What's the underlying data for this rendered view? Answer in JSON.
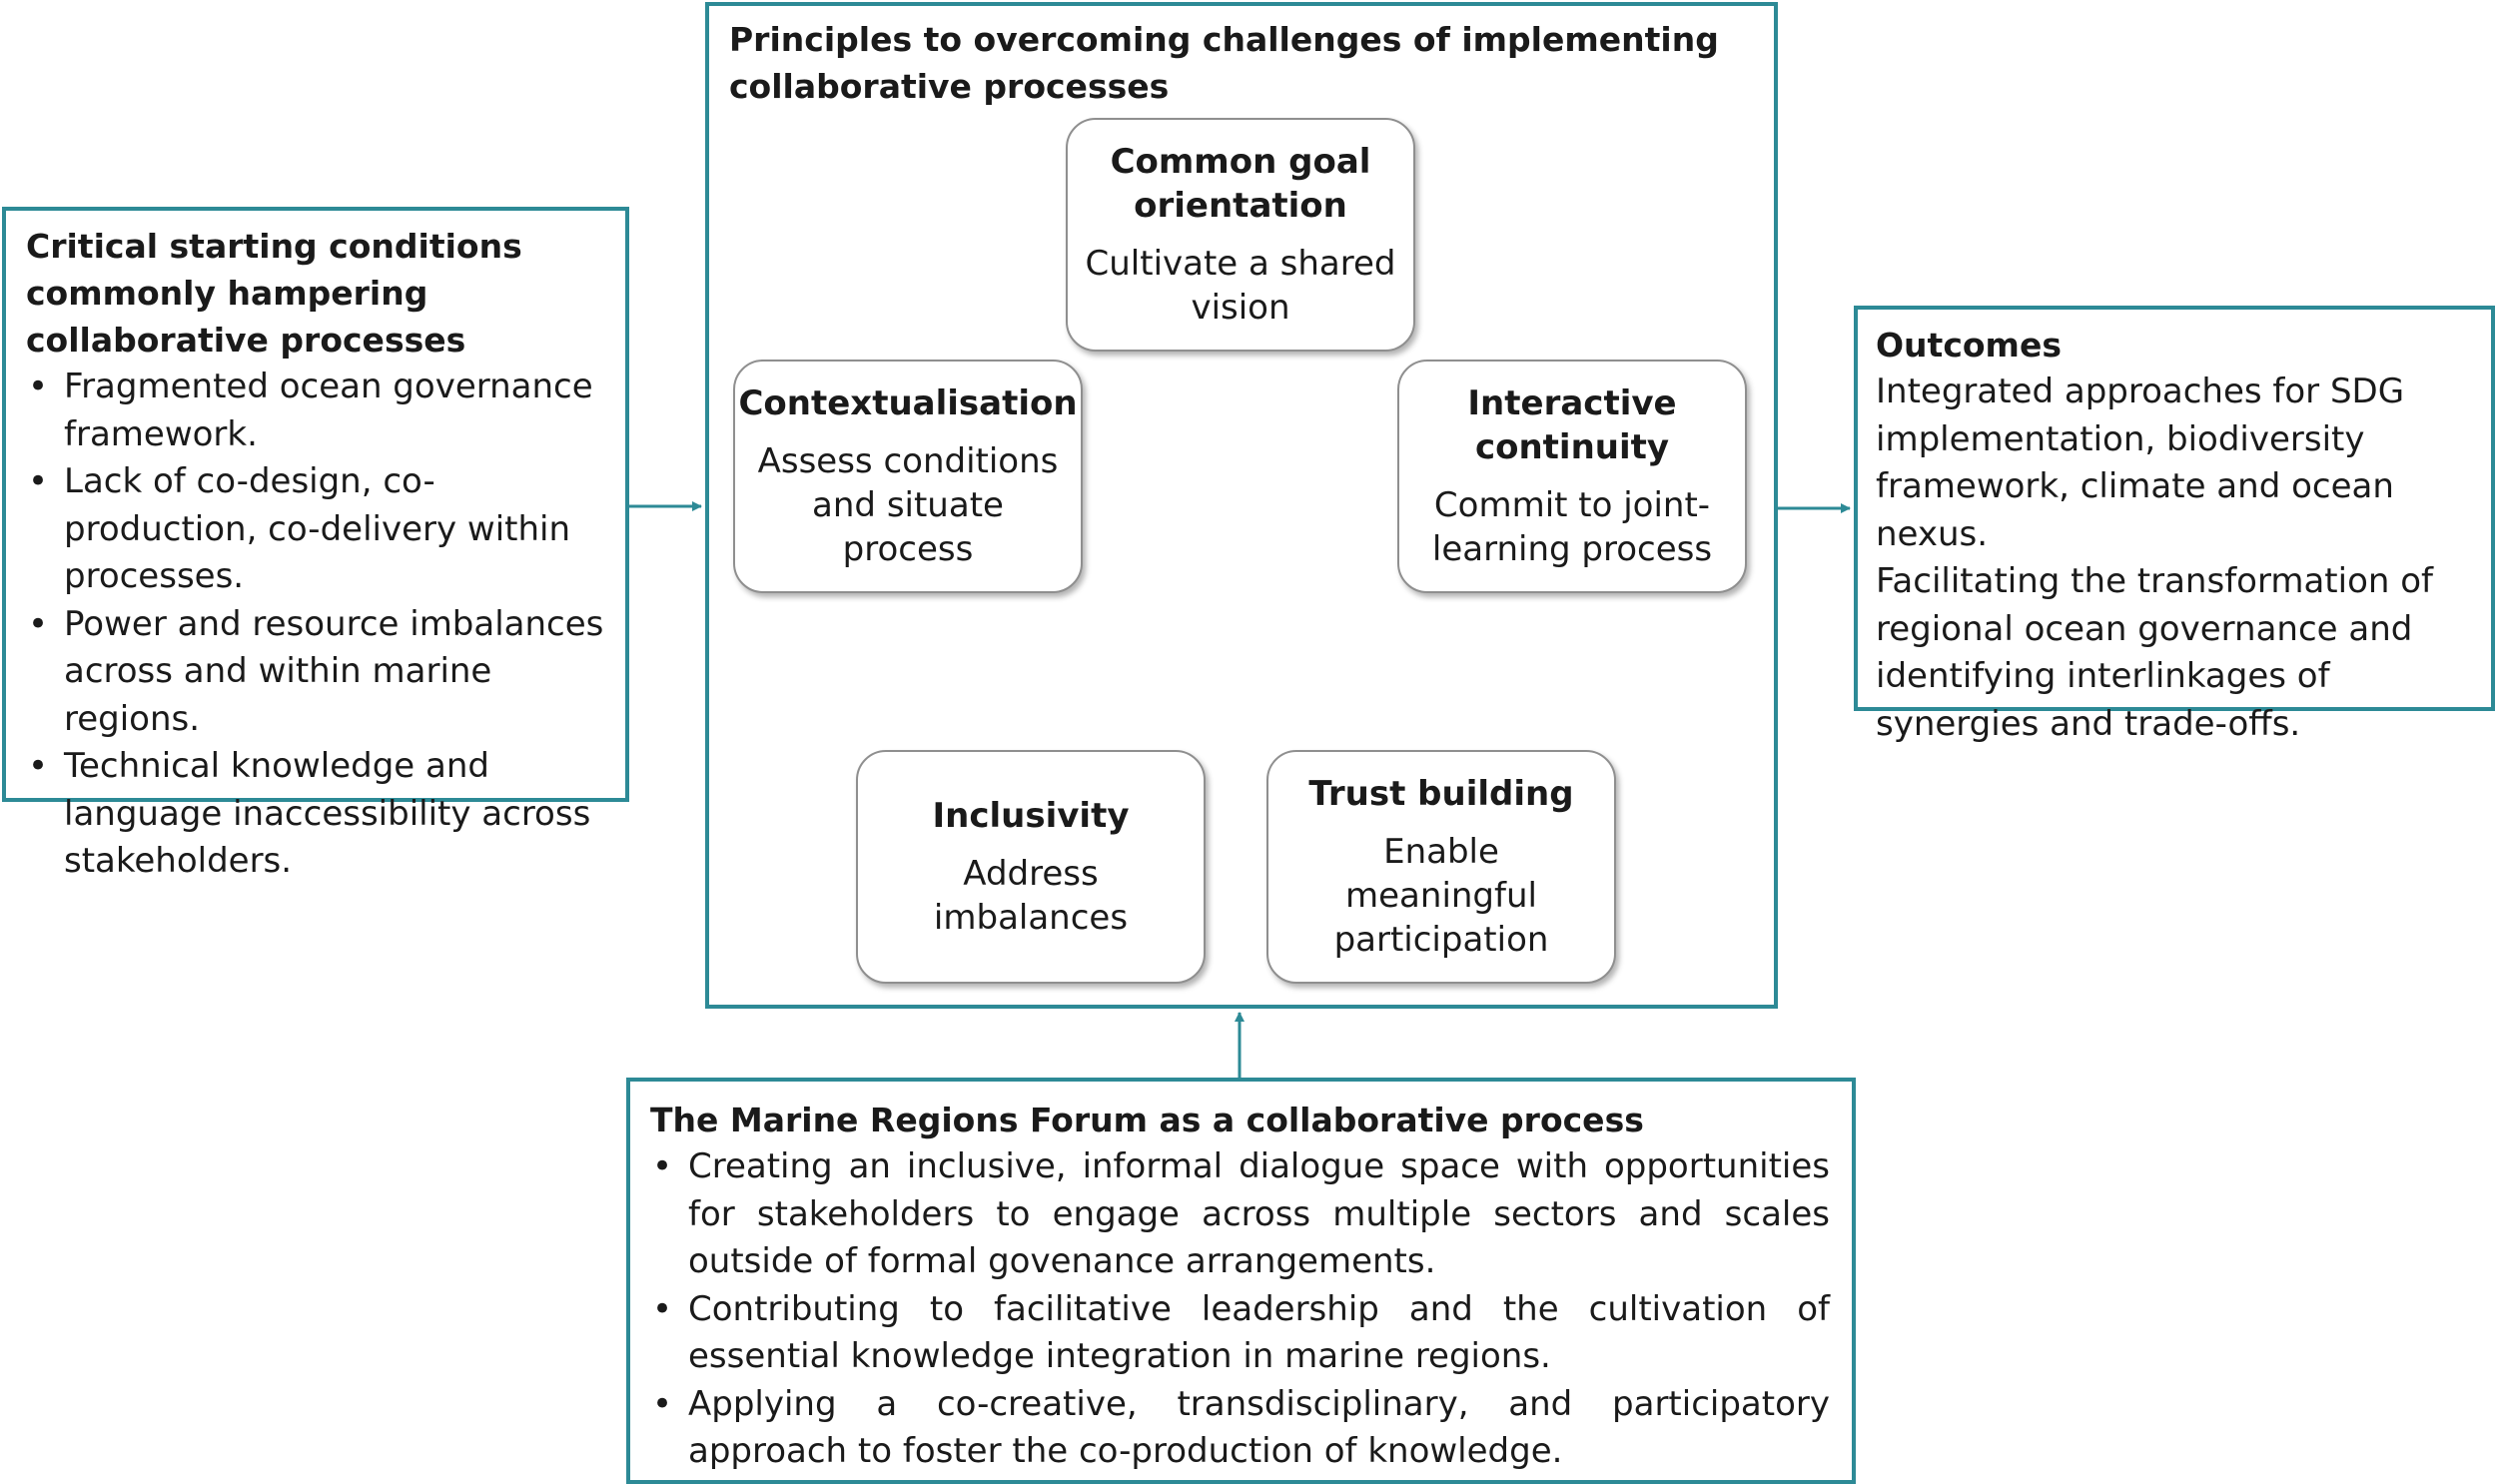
{
  "left": {
    "title": "Critical starting conditions commonly hampering collaborative processes",
    "items": [
      "Fragmented ocean governance framework.",
      "Lack of co-design, co-production, co-delivery within processes.",
      "Power and resource imbalances across and within marine regions.",
      "Technical knowledge and language inaccessibility across stakeholders."
    ]
  },
  "center": {
    "title": "Principles to overcoming challenges of implementing collaborative processes",
    "principles": [
      {
        "title": "Common goal orientation",
        "desc": "Cultivate a shared vision"
      },
      {
        "title": "Contextualisation",
        "desc": "Assess conditions and situate process"
      },
      {
        "title": "Interactive continuity",
        "desc": "Commit to joint-learning process"
      },
      {
        "title": "Inclusivity",
        "desc": "Address imbalances"
      },
      {
        "title": "Trust building",
        "desc": "Enable meaningful participation"
      }
    ]
  },
  "right": {
    "title": "Outcomes",
    "paragraphs": [
      "Integrated approaches for SDG implementation, biodiversity framework, climate and ocean nexus.",
      "Facilitating the transformation of regional ocean governance and identifying interlinkages of synergies and trade-offs."
    ]
  },
  "bottom": {
    "title": "The Marine Regions Forum as a collaborative process",
    "items": [
      "Creating an inclusive, informal dialogue space with opportunities for stakeholders to engage across multiple sectors and scales outside of formal govenance arrangements.",
      "Contributing to facilitative leadership and the cultivation of essential knowledge integration in marine regions.",
      "Applying a co-creative, transdisciplinary, and participatory approach to foster the co-production of knowledge."
    ]
  },
  "colors": {
    "box_border": "#2d8a96",
    "arrow": "#2d8a96",
    "ring": "#4a7fc0",
    "principle_border": "#8f8f8f"
  }
}
